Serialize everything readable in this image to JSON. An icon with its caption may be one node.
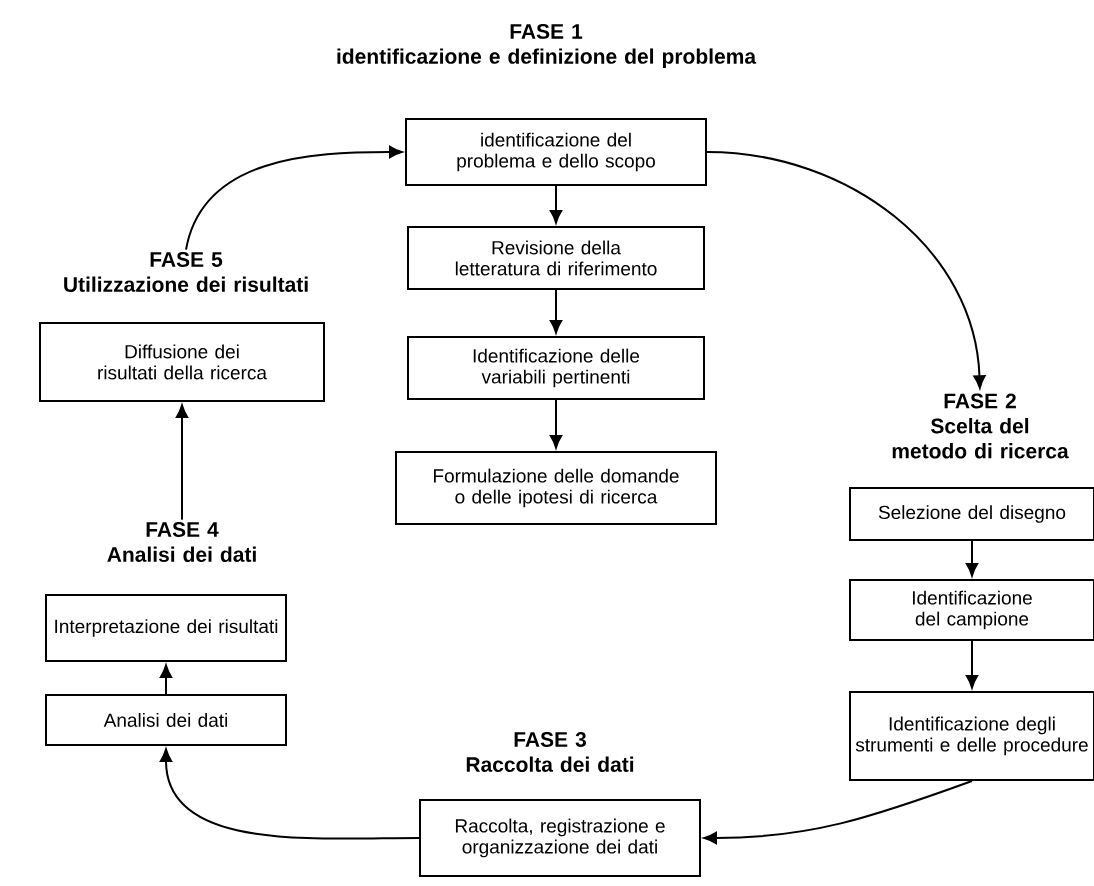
{
  "diagram": {
    "nodes": [
      {
        "text": [
          "FASE 1",
          "identificazione e definizione del problema"
        ]
      },
      {
        "text": [
          "identificazione del problema e dello scopo"
        ]
      },
      {
        "text": [
          "Revisione della letteratura di riferimento"
        ]
      },
      {
        "text": [
          "Identificazione delle variabili pertinenti"
        ]
      },
      {
        "text": [
          "Formulazione delle domande o delle ipotesi di ricerca"
        ]
      },
      {
        "text": [
          "FASE 2",
          "Scelta del metodo di ricerca"
        ]
      },
      {
        "text": [
          "Selezione del disegno"
        ]
      },
      {
        "text": [
          "Identificazione del campione"
        ]
      },
      {
        "text": [
          "Identificazione degli strumenti e delle procedure"
        ]
      },
      {
        "text": [
          "FASE 3",
          "Raccolta dei dati"
        ]
      },
      {
        "text": [
          "Raccolta, registrazione e organizzazione dei dati"
        ]
      },
      {
        "text": [
          "FASE 4",
          "Analisi dei dati"
        ]
      },
      {
        "text": [
          "Interpretazione dei risultati"
        ]
      },
      {
        "text": [
          "Analisi dei dati"
        ]
      },
      {
        "text": [
          "FASE 5",
          "Utilizzazione dei risultati"
        ]
      },
      {
        "text": [
          "Diffusione dei risultati della ricerca"
        ]
      }
    ],
    "edges": [
      {
        "from": 1,
        "to": 2,
        "arrow": "to"
      },
      {
        "from": 2,
        "to": 3,
        "arrow": "to"
      },
      {
        "from": 3,
        "to": 4,
        "arrow": "to"
      },
      {
        "from": 1,
        "to": 5,
        "arrow": "to"
      },
      {
        "from": 6,
        "to": 7,
        "arrow": "to"
      },
      {
        "from": 7,
        "to": 8,
        "arrow": "to"
      },
      {
        "from": 8,
        "to": 10,
        "arrow": "to"
      },
      {
        "from": 10,
        "to": 13,
        "arrow": "to"
      },
      {
        "from": 13,
        "to": 12,
        "arrow": "to"
      },
      {
        "from": 11,
        "to": 15,
        "arrow": "to"
      },
      {
        "from": 14,
        "to": 1,
        "arrow": "to"
      }
    ]
  }
}
